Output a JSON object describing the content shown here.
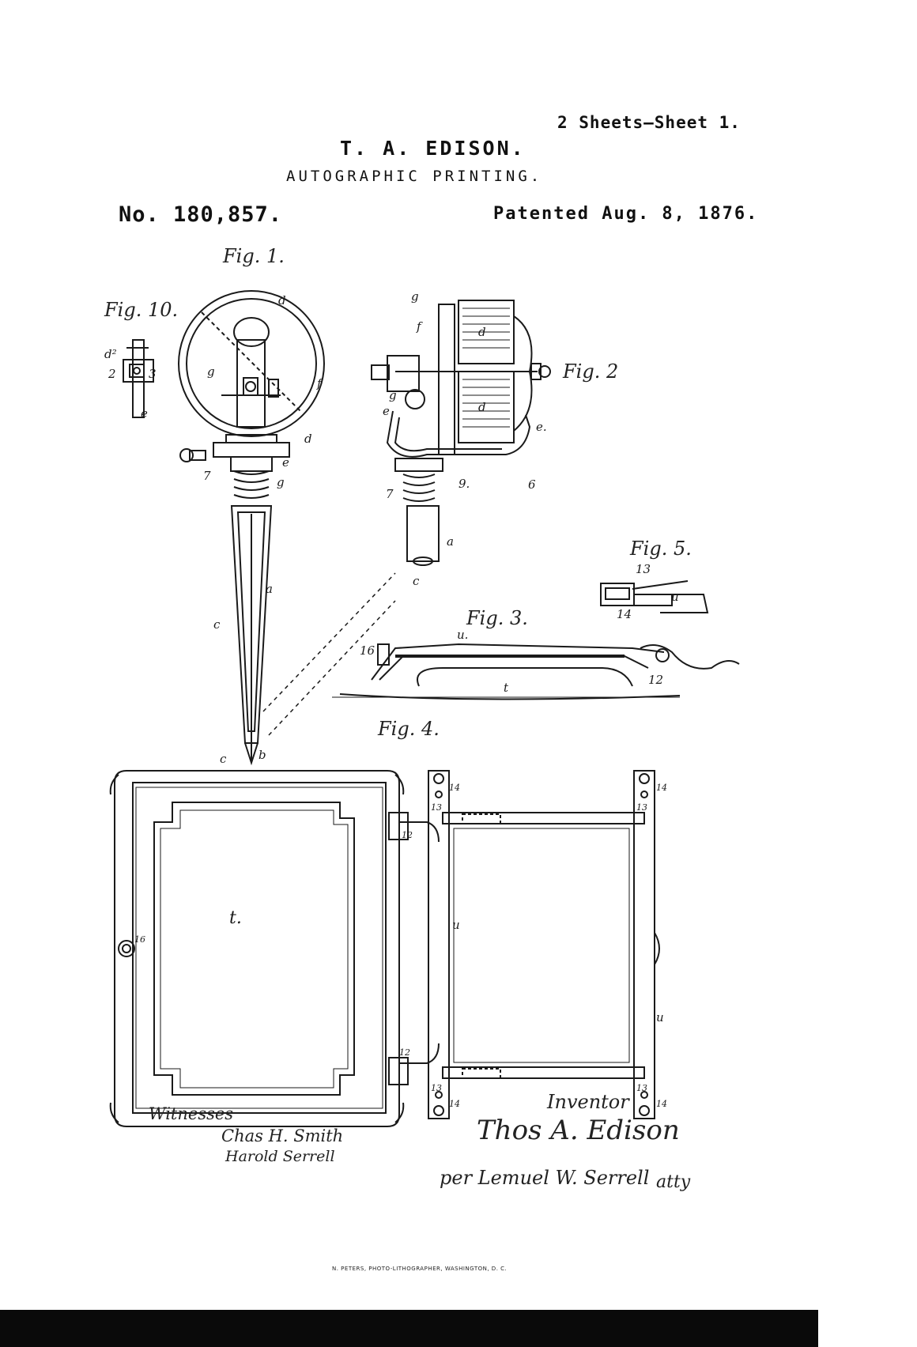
{
  "header": {
    "sheets": "2 Sheets—Sheet 1.",
    "inventor_name": "T. A. EDISON.",
    "title": "AUTOGRAPHIC PRINTING.",
    "patent_number": "No. 180,857.",
    "patent_date": "Patented Aug. 8, 1876."
  },
  "figures": {
    "fig1": "Fig. 1.",
    "fig2": "Fig. 2",
    "fig3": "Fig. 3.",
    "fig4": "Fig. 4.",
    "fig5": "Fig. 5.",
    "fig10": "Fig. 10."
  },
  "signatures": {
    "witnesses_label": "Witnesses",
    "witness1": "Chas H. Smith",
    "witness2": "Harold Serrell",
    "inventor_label": "Inventor",
    "inventor_signature": "Thos A. Edison",
    "attorney": "per Lemuel W. Serrell",
    "attorney_suffix": "atty"
  },
  "printer": "N. PETERS, PHOTO-LITHOGRAPHER, WASHINGTON, D. C.",
  "colors": {
    "ink": "#111111",
    "paper": "#ffffff"
  }
}
